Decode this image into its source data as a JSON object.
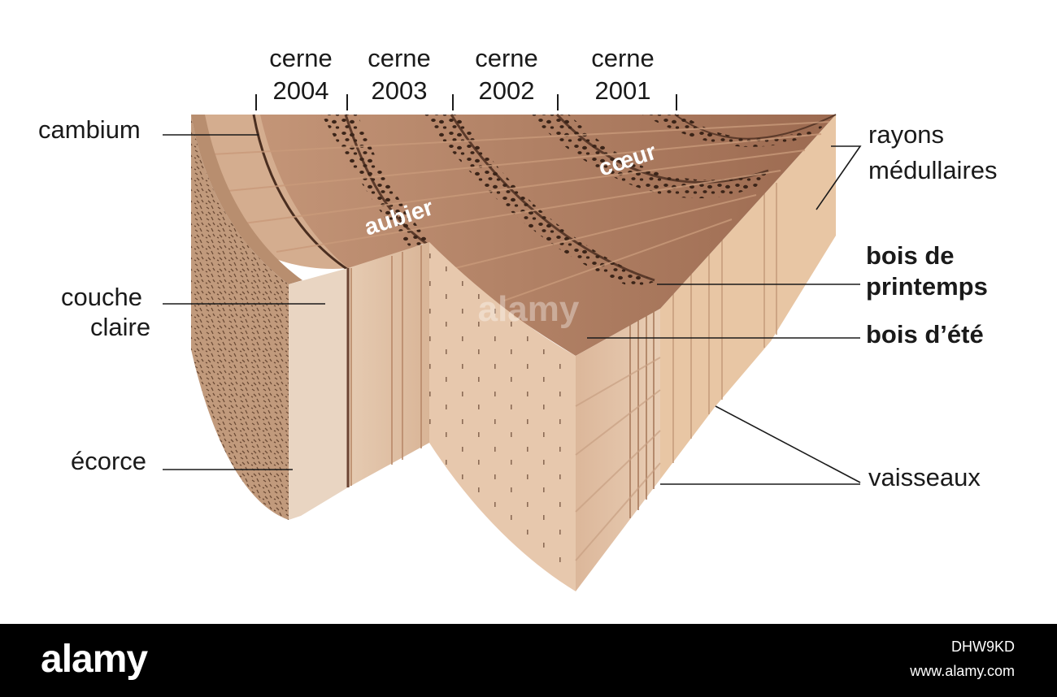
{
  "labels": {
    "rings": [
      {
        "line1": "cerne",
        "line2": "2004"
      },
      {
        "line1": "cerne",
        "line2": "2003"
      },
      {
        "line1": "cerne",
        "line2": "2002"
      },
      {
        "line1": "cerne",
        "line2": "2001"
      }
    ],
    "cambium": "cambium",
    "couche_line1": "couche",
    "couche_line2": "claire",
    "ecorce": "écorce",
    "rayons_line1": "rayons",
    "rayons_line2": "médullaires",
    "printemps_line1": "bois de",
    "printemps_line2": "printemps",
    "ete": "bois d’été",
    "vaisseaux": "vaisseaux",
    "aubier": "aubier",
    "coeur": "cœur"
  },
  "colors": {
    "printemps": "#e4cdb6",
    "ete": "#a8735a"
  },
  "watermark": "alamy",
  "footer": {
    "brand": "alamy",
    "image_id": "DHW9KD",
    "site": "www.alamy.com"
  }
}
